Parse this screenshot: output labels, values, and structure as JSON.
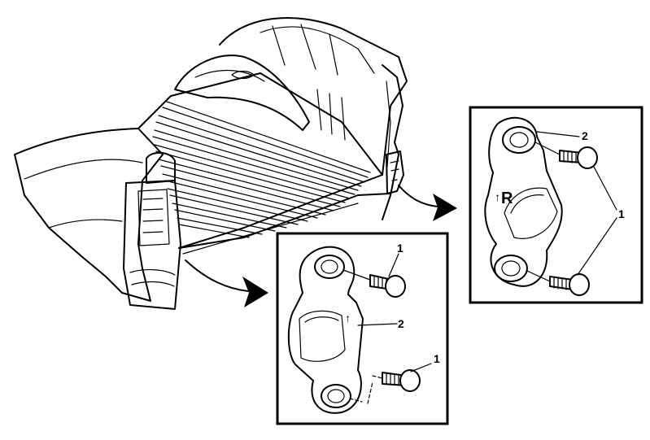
{
  "callouts": {
    "left_inset": {
      "bolt_top": "1",
      "bracket": "2",
      "bolt_bottom": "1",
      "arrow_mark": "↑"
    },
    "right_inset": {
      "bracket": "2",
      "bolts": "1",
      "arrow_mark": "↑",
      "side_mark": "R"
    }
  }
}
